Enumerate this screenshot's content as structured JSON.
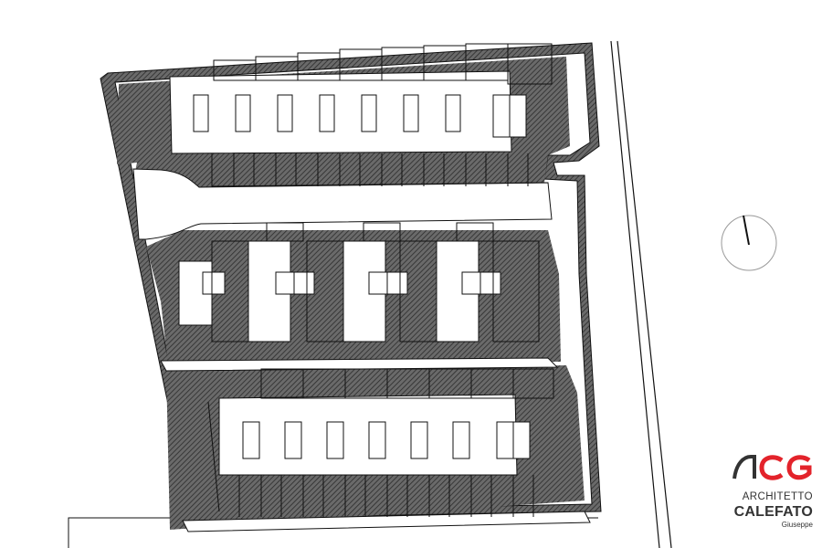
{
  "drawing": {
    "kind": "site-plan",
    "north_arrow_icon": "north-arrow-icon",
    "colors": {
      "shadow": "#5b5b5b",
      "hatch": "#2b2b2b",
      "line": "#111111",
      "paper": "#ffffff"
    },
    "rows": [
      {
        "name": "north-row",
        "units": 9
      },
      {
        "name": "middle-row",
        "units": 4
      },
      {
        "name": "south-row",
        "units": 8
      }
    ]
  },
  "logo": {
    "icon": "acg-logo-icon",
    "mark_letters": "ACG",
    "mark_color_red": "#e3232b",
    "mark_color_dark": "#333333",
    "line1": "ARCHITETTO",
    "line2": "CALEFATO",
    "line3": "Giuseppe"
  }
}
